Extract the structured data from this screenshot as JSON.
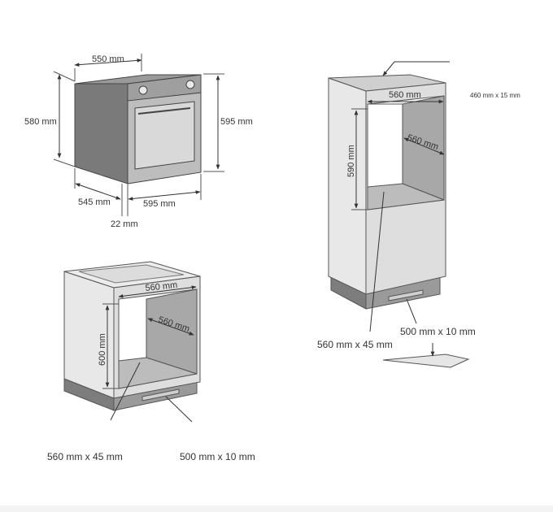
{
  "oven": {
    "width_top": "550 mm",
    "height_left": "580 mm",
    "height_right": "595 mm",
    "depth_bottom": "545 mm",
    "width_bottom": "595 mm",
    "offset": "22 mm"
  },
  "tall_cabinet": {
    "top_vent": "460 mm x 15 mm",
    "niche_width": "560 mm",
    "niche_depth": "560 mm",
    "niche_height": "590 mm",
    "shelf_opening": "560 mm x 45 mm",
    "plinth_opening": "500 mm x 10 mm"
  },
  "under_counter": {
    "niche_width": "560 mm",
    "niche_depth": "560 mm",
    "niche_height": "600 mm",
    "shelf_opening": "560 mm x 45 mm",
    "plinth_opening": "500 mm x 10 mm"
  }
}
